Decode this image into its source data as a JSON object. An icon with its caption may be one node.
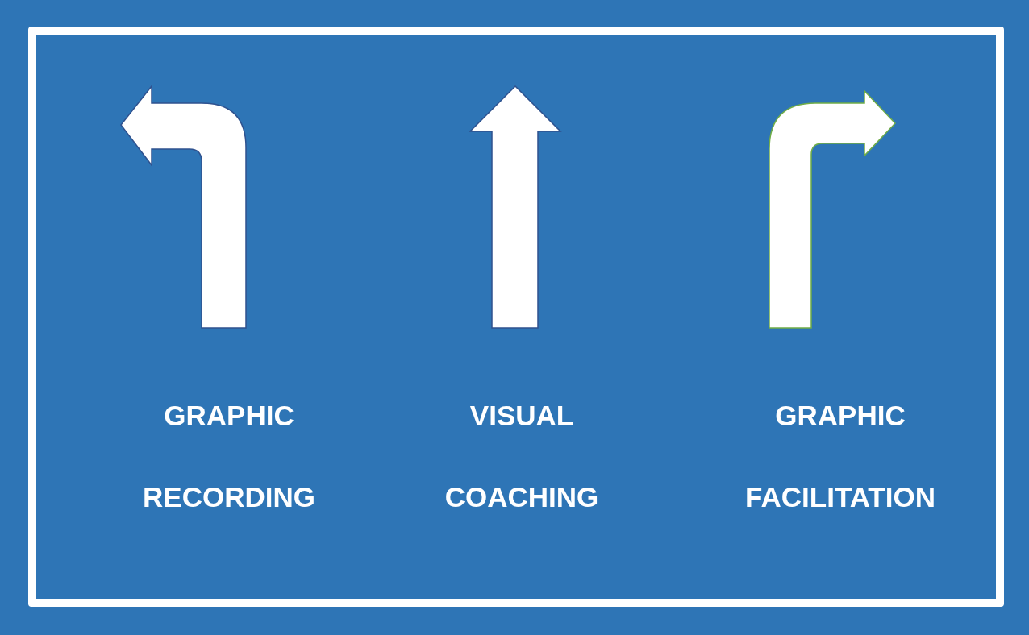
{
  "diagram": {
    "labels": [
      "GRAPHIC RECORDING",
      "VISUAL COACHING",
      "GRAPHIC FACILITATION"
    ]
  }
}
